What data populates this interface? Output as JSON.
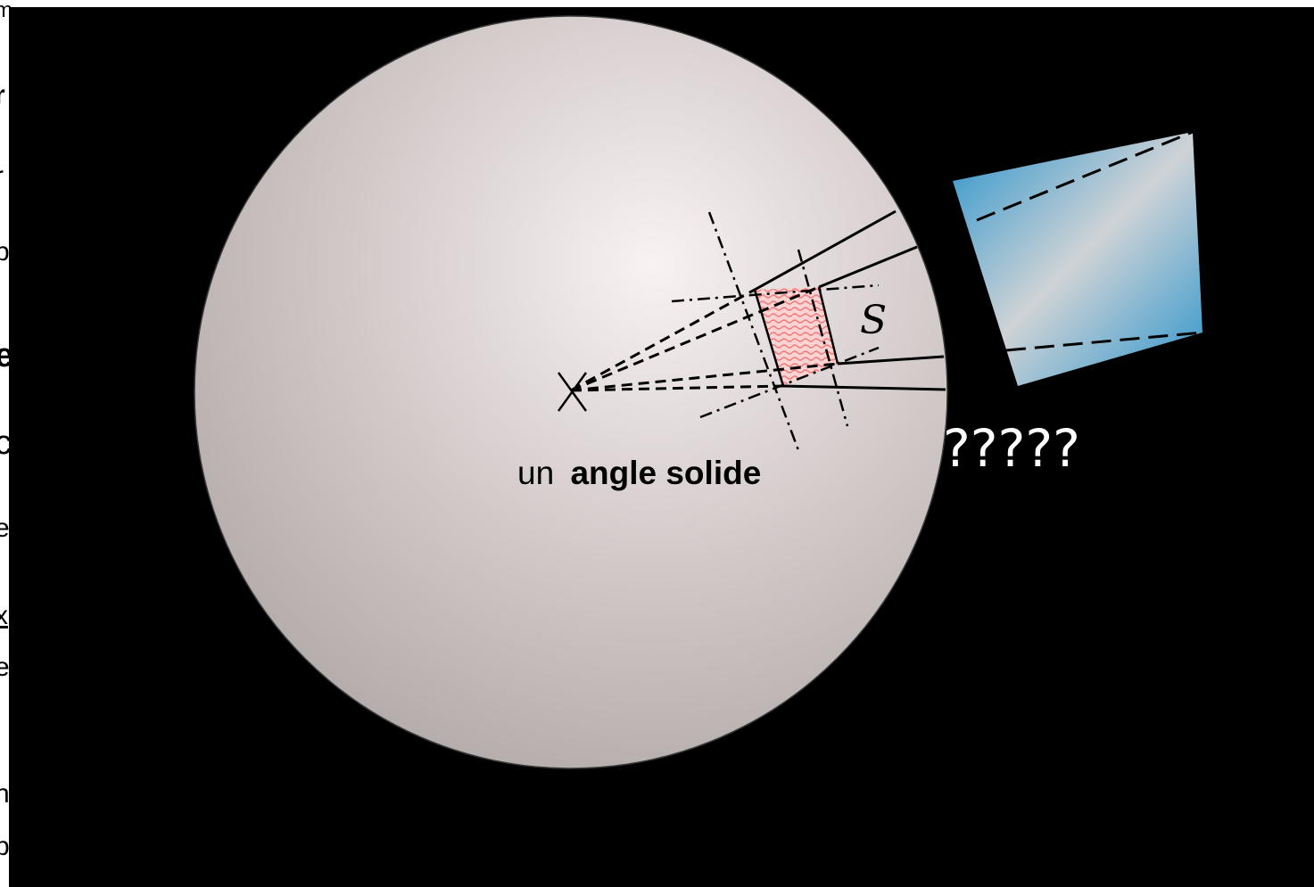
{
  "background_fragments": [
    {
      "text": "m"
    },
    {
      "text": "r"
    },
    {
      "text": "r"
    },
    {
      "text": "p"
    },
    {
      "text": "e"
    },
    {
      "text": "c"
    },
    {
      "text": "e"
    },
    {
      "text": "x"
    },
    {
      "text": "e"
    },
    {
      "text": "n"
    },
    {
      "text": "p"
    }
  ],
  "diagram": {
    "surface_label": "S",
    "caption_prefix": "un",
    "caption_bold": "angle solide",
    "unknown_label": "?????"
  },
  "colors": {
    "panel": "#000000",
    "sphere_highlight": "#f8f2f2",
    "sphere_shadow": "#b4acab",
    "patch_fill": "#f9b6b6",
    "patch_wave": "#f07878",
    "panel_quad_light": "#cfd3d6",
    "panel_quad_blue": "#2b94cc"
  }
}
